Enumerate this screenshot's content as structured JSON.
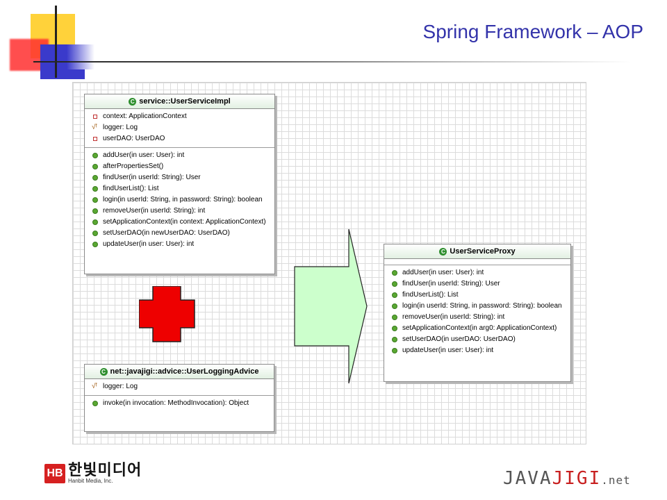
{
  "title": {
    "main": "Spring Framework",
    "dash": "–",
    "tail": "AOP"
  },
  "classes": {
    "service_impl": {
      "name": "service::UserServiceImpl",
      "fields": [
        {
          "kind": "private",
          "text": "context: ApplicationContext"
        },
        {
          "kind": "final",
          "text": "logger: Log"
        },
        {
          "kind": "private",
          "text": "userDAO: UserDAO"
        }
      ],
      "methods": [
        "addUser(in user: User): int",
        "afterPropertiesSet()",
        "findUser(in userId: String): User",
        "findUserList(): List",
        "login(in userId: String, in password: String): boolean",
        "removeUser(in userId: String): int",
        "setApplicationContext(in context: ApplicationContext)",
        "setUserDAO(in newUserDAO: UserDAO)",
        "updateUser(in user: User): int"
      ]
    },
    "logging_advice": {
      "name": "net::javajigi::advice::UserLoggingAdvice",
      "fields": [
        {
          "kind": "final",
          "text": "logger: Log"
        }
      ],
      "methods": [
        "invoke(in invocation: MethodInvocation): Object"
      ]
    },
    "service_proxy": {
      "name": "UserServiceProxy",
      "methods": [
        "addUser(in user: User): int",
        "findUser(in userId: String): User",
        "findUserList(): List",
        "login(in userId: String, in password: String): boolean",
        "removeUser(in userId: String): int",
        "setApplicationContext(in arg0: ApplicationContext)",
        "setUserDAO(in userDAO: UserDAO)",
        "updateUser(in user: User): int"
      ]
    }
  },
  "class_icon_letter": "C",
  "colors": {
    "title": "#3333aa",
    "plus": "#ee0000",
    "arrow_fill": "#ccffcc",
    "class_header": "#e2f0e2"
  },
  "logos": {
    "hanbit_mark": "HB",
    "hanbit_korean": "한빛미디어",
    "hanbit_english": "Hanbit Media, Inc.",
    "javajigi_a": "JAVA",
    "javajigi_b": "JIGI",
    "javajigi_c": ".net"
  }
}
